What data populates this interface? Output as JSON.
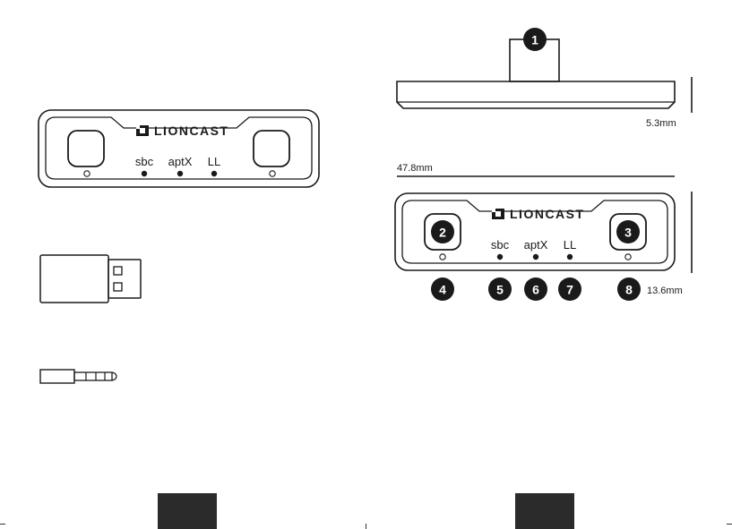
{
  "brand": {
    "logo_text": "LIONCAST"
  },
  "device_left": {
    "modes": [
      "sbc",
      "aptX",
      "LL"
    ]
  },
  "device_right": {
    "modes": [
      "sbc",
      "aptX",
      "LL"
    ],
    "callouts": {
      "c1": "1",
      "c2": "2",
      "c3": "3",
      "c4": "4",
      "c5": "5",
      "c6": "6",
      "c7": "7",
      "c8": "8"
    }
  },
  "dimensions": {
    "thickness": "5.3mm",
    "width": "47.8mm",
    "height": "13.6mm"
  },
  "colors": {
    "ink": "#1a1a1a",
    "page_block": "#2b2b2b",
    "callout_fill": "#1a1a1a",
    "callout_text": "#ffffff"
  },
  "icons": [
    "usb-adapter-icon",
    "audio-jack-icon",
    "lioncast-logo-icon"
  ]
}
